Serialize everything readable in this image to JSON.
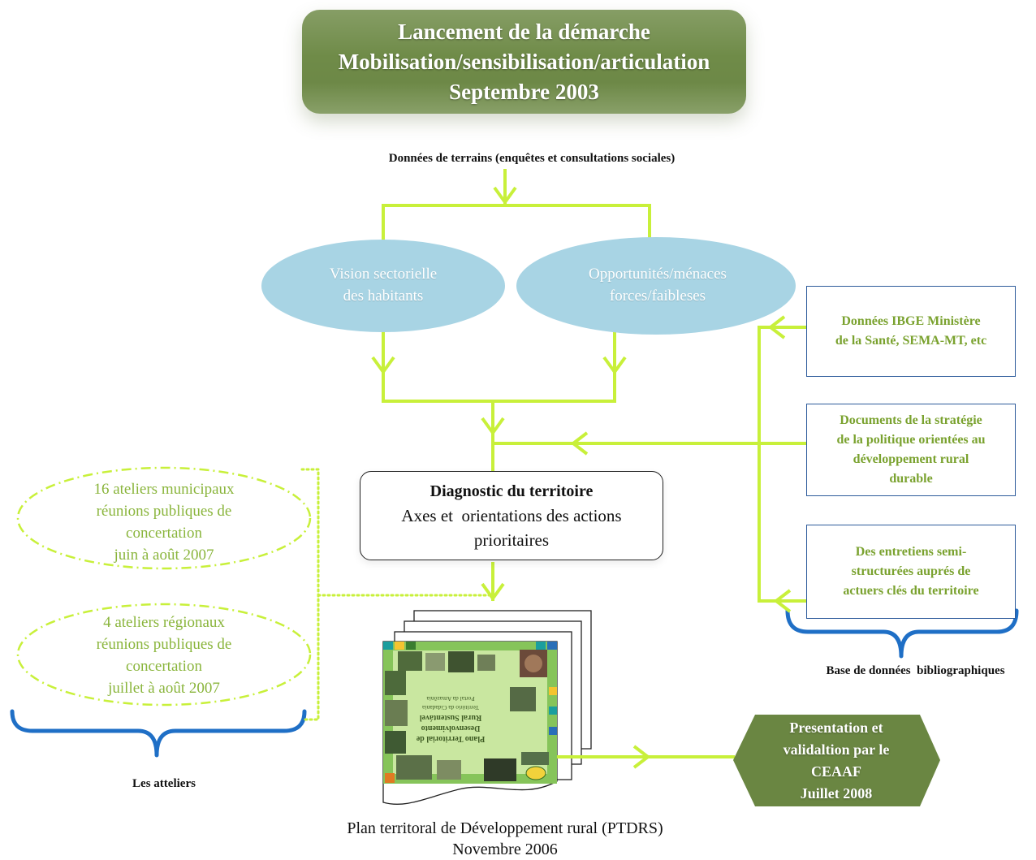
{
  "diagram": {
    "launch": {
      "lines": [
        "Lancement de la démarche",
        "Mobilisation/sensibilisation/articulation",
        "Septembre 2003"
      ]
    },
    "field_data_label": "Données de terrains (enquêtes et consultations sociales)",
    "analysis": [
      {
        "lines": [
          "Vision sectorielle",
          "des habitants"
        ]
      },
      {
        "lines": [
          "Opportunités/ménaces",
          "forces/faibleses"
        ]
      }
    ],
    "bibliography": {
      "sources": [
        {
          "lines": [
            "Données IBGE Ministère",
            "de la Santé, SEMA-MT, etc"
          ]
        },
        {
          "lines": [
            "Documents de la stratégie",
            "de la politique orientées au",
            "développement rural",
            "durable"
          ]
        },
        {
          "lines": [
            "Des entretiens semi-",
            "structurées auprés de",
            "actuers clés du territoire"
          ]
        }
      ],
      "label": "Base de données  bibliographiques"
    },
    "diagnostic": {
      "title": "Diagnostic du territoire",
      "lines": [
        "Axes et  orientations des actions",
        "prioritaires"
      ]
    },
    "workshops": {
      "items": [
        {
          "lines": [
            "16 ateliers municipaux",
            "réunions publiques de",
            "concertation",
            "juin à août 2007"
          ]
        },
        {
          "lines": [
            "4 ateliers régionaux",
            "réunions publiques de",
            "concertation",
            "juillet à août 2007"
          ]
        }
      ],
      "label": "Les atteliers"
    },
    "plan": {
      "cover_lines": [
        "Plano Territorial de",
        "Desenvolvimento",
        "Rural Sustentável",
        "Território da Cidadania",
        "Portal da Amazônia"
      ],
      "caption_lines": [
        "Plan territoral de Développement rural (PTDRS)",
        "Novembre 2006"
      ]
    },
    "validation": {
      "lines": [
        "Presentation et",
        "validaltion par le",
        "CEAAF",
        "Juillet 2008"
      ]
    }
  },
  "colors": {
    "connector": "#c8f03a",
    "launch_box": "#6f8b48",
    "analysis_ellipse": "#a8d4e4",
    "source_border": "#2d5b9b",
    "source_text": "#7aa22f",
    "workshop_text": "#8ab53c",
    "bracket": "#1f6fc6",
    "validation_box": "#6a8642"
  }
}
